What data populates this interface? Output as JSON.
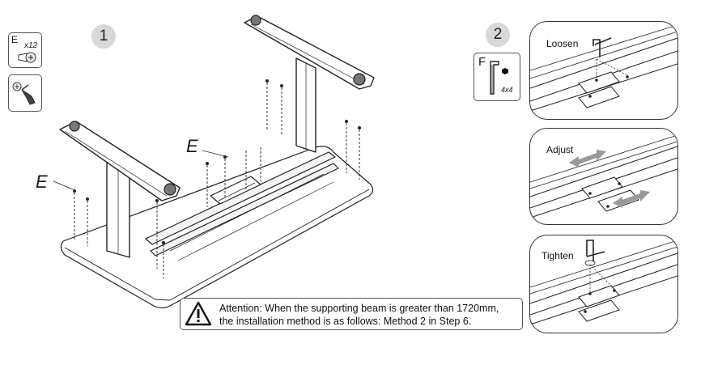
{
  "parts": {
    "e_letter": "E",
    "e_qty": "x12",
    "f_letter": "F",
    "f_size": "4x4"
  },
  "steps": {
    "one": "1",
    "two": "2"
  },
  "callouts": {
    "upper": "E",
    "lower": "E"
  },
  "details": {
    "loosen": "Loosen",
    "adjust": "Adjust",
    "tighten": "Tighten"
  },
  "notice": {
    "line1": "Attention: When the supporting beam is greater than 1720mm,",
    "line2": "the installation method is as follows: Method 2 in Step 6."
  }
}
